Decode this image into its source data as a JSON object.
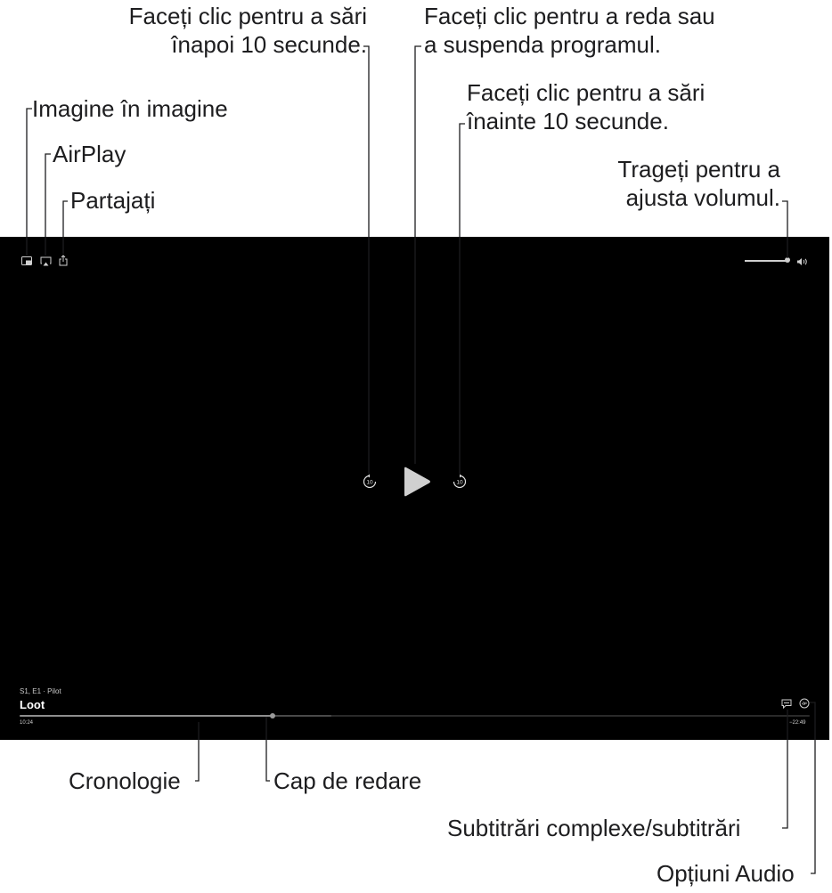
{
  "callouts": {
    "pip": "Imagine în imagine",
    "airplay": "AirPlay",
    "share": "Partajați",
    "skip_back_line1": "Faceți clic pentru a sări",
    "skip_back_line2": "înapoi 10 secunde.",
    "play_line1": "Faceți clic pentru a reda sau",
    "play_line2": "a suspenda programul.",
    "skip_fwd_line1": "Faceți clic pentru a sări",
    "skip_fwd_line2": "înainte 10 secunde.",
    "volume_line1": "Trageți pentru a",
    "volume_line2": "ajusta volumul.",
    "timeline": "Cronologie",
    "playhead": "Cap de redare",
    "subtitles": "Subtitrări complexe/subtitrări",
    "audio": "Opțiuni Audio"
  },
  "player": {
    "episode": "S1, E1 · Pilot",
    "title": "Loot",
    "elapsed": "10:24",
    "remaining": "−22:49",
    "skip_back_seconds": "10",
    "skip_forward_seconds": "10",
    "progress_fraction": 0.32,
    "volume_fraction": 1.0
  },
  "icons": {
    "pip": "picture-in-picture-icon",
    "airplay": "airplay-icon",
    "share": "share-icon",
    "play": "play-icon",
    "skip_back": "skip-back-10-icon",
    "skip_forward": "skip-forward-10-icon",
    "volume": "speaker-icon",
    "subtitles": "subtitles-icon",
    "audio": "audio-options-icon"
  },
  "colors": {
    "background": "#000000",
    "foreground": "#ffffff",
    "annotation_text": "#1d1d1f"
  }
}
